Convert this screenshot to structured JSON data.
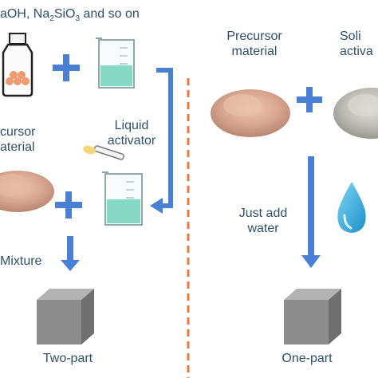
{
  "left": {
    "chemicals_prefix": "aOH, Na",
    "chemicals_sub1": "2",
    "chemicals_mid": "SiO",
    "chemicals_sub2": "3",
    "chemicals_suffix": " and so on",
    "precursor_label": "cursor\naterial",
    "liquid_activator_label": "Liquid\nactivator",
    "mixture_label": "Mixture",
    "result_label": "Two-part"
  },
  "right": {
    "precursor_label": "Precursor\nmaterial",
    "solid_activator_label": "Soli\nactiva",
    "water_label": "Just add\nwater",
    "result_label": "One-part"
  },
  "colors": {
    "text": "#2f4f6f",
    "blue": "#4a7fd6",
    "divider": "#e8793a",
    "liquid": "#86d9c4",
    "powder": "#d7a48f",
    "cube": "#8d8d8d",
    "water": "#2aa7dc"
  }
}
